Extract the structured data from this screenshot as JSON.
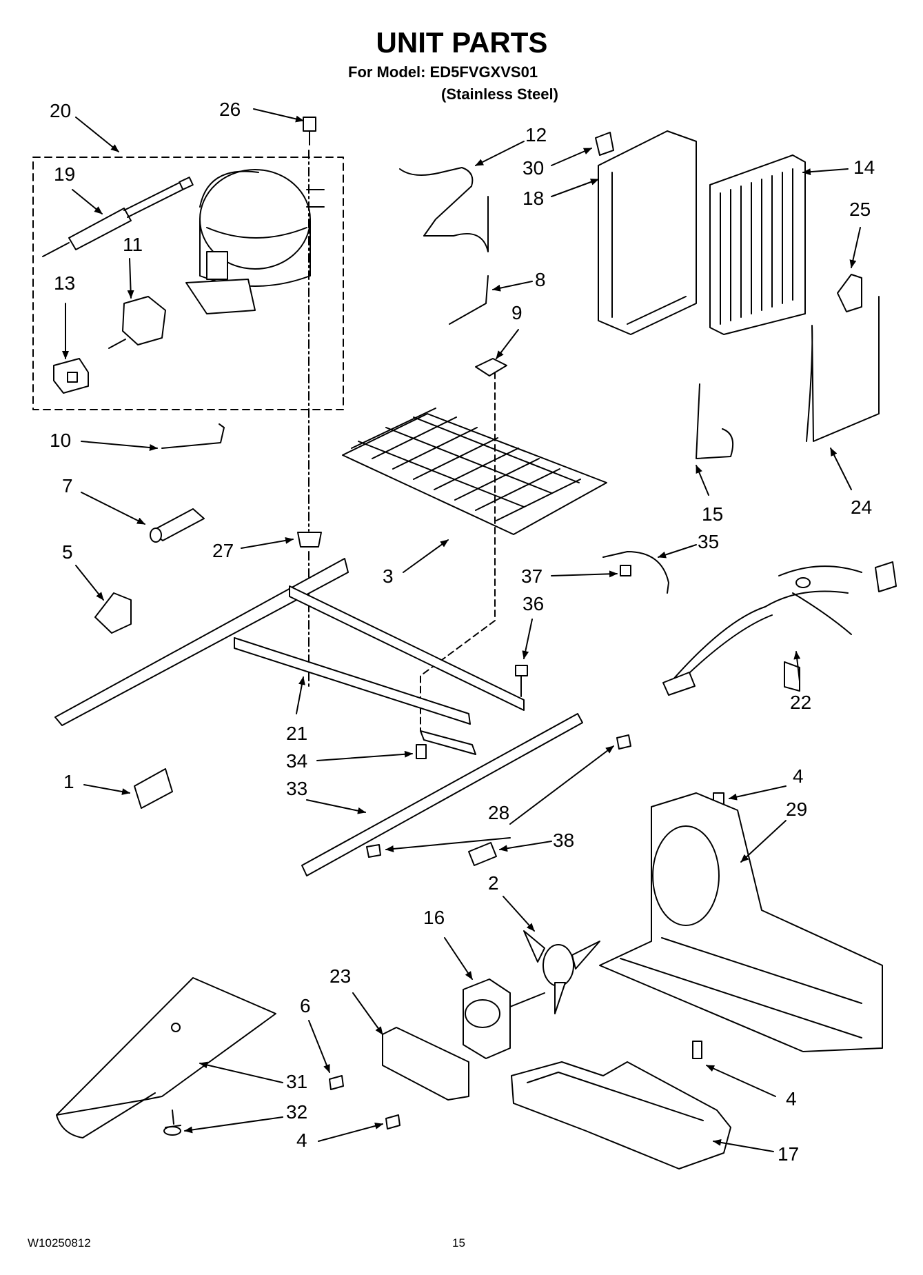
{
  "header": {
    "title": "UNIT PARTS",
    "model_line": "For Model: ED5FVGXVS01",
    "finish_line": "(Stainless Steel)"
  },
  "footer": {
    "doc_number": "W10250812",
    "page_number": "15"
  },
  "callouts": {
    "c20": "20",
    "c26": "26",
    "c12": "12",
    "c30": "30",
    "c18": "18",
    "c14": "14",
    "c19": "19",
    "c11": "11",
    "c13": "13",
    "c25": "25",
    "c8": "8",
    "c9": "9",
    "c10": "10",
    "c7": "7",
    "c5": "5",
    "c27": "27",
    "c3": "3",
    "c15": "15",
    "c24": "24",
    "c35": "35",
    "c37": "37",
    "c36": "36",
    "c22": "22",
    "c21": "21",
    "c34": "34",
    "c1": "1",
    "c33": "33",
    "c28": "28",
    "c4a": "4",
    "c29": "29",
    "c38": "38",
    "c2": "2",
    "c16": "16",
    "c23": "23",
    "c6": "6",
    "c31": "31",
    "c32": "32",
    "c4b": "4",
    "c4c": "4",
    "c17": "17"
  },
  "colors": {
    "ink": "#000000",
    "paper": "#ffffff"
  }
}
